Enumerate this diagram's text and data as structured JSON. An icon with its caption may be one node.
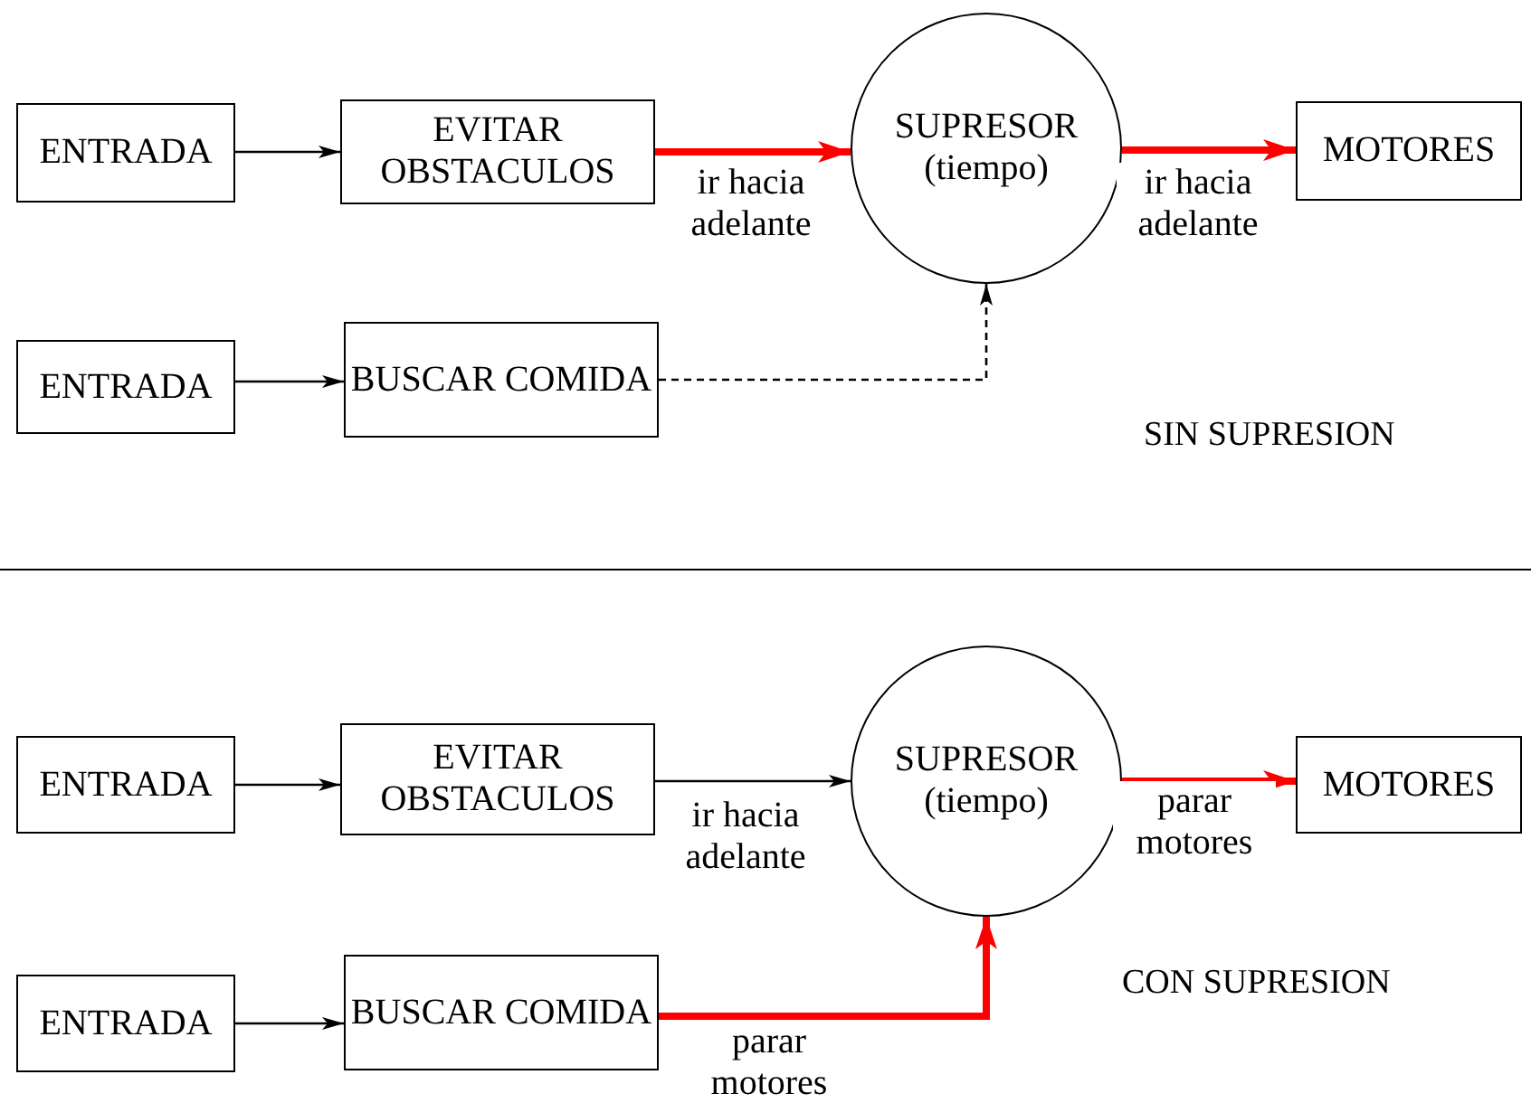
{
  "diagram": {
    "nodes": [
      {
        "text": [
          "ENTRADA"
        ]
      },
      {
        "text": [
          "EVITAR OBSTACULOS"
        ]
      },
      {
        "text": [
          "SUPRESOR",
          "(tiempo)"
        ]
      },
      {
        "text": [
          "MOTORES"
        ]
      },
      {
        "text": [
          "ENTRADA"
        ]
      },
      {
        "text": [
          "BUSCAR COMIDA"
        ]
      },
      {
        "text": [
          "ENTRADA"
        ]
      },
      {
        "text": [
          "EVITAR OBSTACULOS"
        ]
      },
      {
        "text": [
          "SUPRESOR",
          "(tiempo)"
        ]
      },
      {
        "text": [
          "MOTORES"
        ]
      },
      {
        "text": [
          "ENTRADA"
        ]
      },
      {
        "text": [
          "BUSCAR COMIDA"
        ]
      }
    ],
    "edges": [
      {
        "from": 0,
        "to": 1,
        "arrow": "to"
      },
      {
        "from": 1,
        "to": 2,
        "arrow": "to",
        "label": "ir hacia adelante",
        "style": "thick",
        "color": "#ff0000"
      },
      {
        "from": 2,
        "to": 3,
        "arrow": "to",
        "label": "ir hacia adelante",
        "style": "thick",
        "color": "#ff0000"
      },
      {
        "from": 4,
        "to": 5,
        "arrow": "to"
      },
      {
        "from": 5,
        "to": 2,
        "arrow": "to",
        "style": "dashed"
      },
      {
        "from": 6,
        "to": 7,
        "arrow": "to"
      },
      {
        "from": 7,
        "to": 8,
        "arrow": "to",
        "label": "ir hacia adelante"
      },
      {
        "from": 8,
        "to": 9,
        "arrow": "to",
        "label": "parar motores",
        "style": "thick",
        "color": "#ff0000"
      },
      {
        "from": 10,
        "to": 11,
        "arrow": "to"
      },
      {
        "from": 11,
        "to": 8,
        "arrow": "to",
        "label": "parar motores",
        "style": "thick",
        "color": "#ff0000"
      }
    ],
    "labels": [
      "SIN SUPRESION",
      "CON SUPRESION"
    ]
  }
}
